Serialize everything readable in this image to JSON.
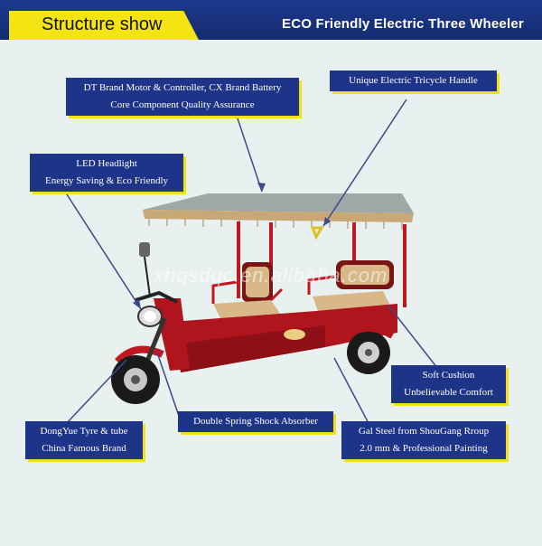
{
  "header": {
    "tab_label": "Structure show",
    "title": "ECO Friendly Electric Three Wheeler"
  },
  "watermark": "xhqsdqc.en.alibaba.com",
  "callouts": {
    "motor": {
      "line1": "DT Brand Motor & Controller, CX Brand Battery",
      "line2": "Core Component Quality Assurance"
    },
    "handle": {
      "line1": "Unique Electric Tricycle Handle"
    },
    "headlight": {
      "line1": "LED Headlight",
      "line2": "Energy Saving & Eco Friendly"
    },
    "cushion": {
      "line1": "Soft Cushion",
      "line2": "Unbelievable Comfort"
    },
    "tyre": {
      "line1": "DongYue Tyre & tube",
      "line2": "China Famous Brand"
    },
    "shock": {
      "line1": "Double Spring Shock Absorber"
    },
    "steel": {
      "line1": "Gal Steel from ShouGang Rroup",
      "line2": "2.0 mm & Professional Painting"
    }
  },
  "colors": {
    "header_bg": "#1d3a8e",
    "tab_yellow": "#f4e414",
    "label_bg": "#1d3488",
    "label_shadow": "#f2df16",
    "body_red": "#b0141c",
    "canopy": "#a0aaa8"
  }
}
